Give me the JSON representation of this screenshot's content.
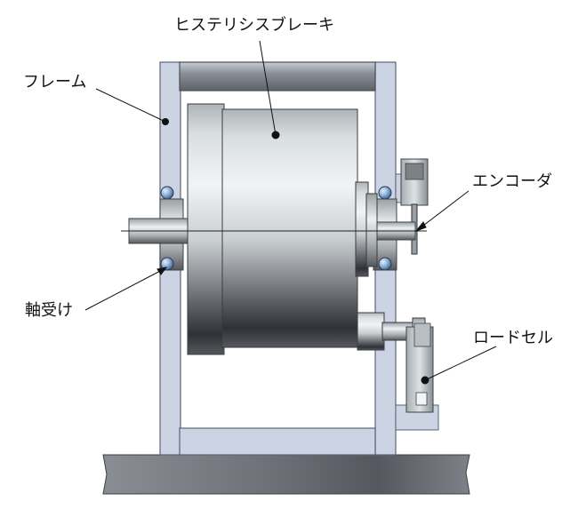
{
  "labels": {
    "brake": "ヒステリシスブレーキ",
    "frame": "フレーム",
    "encoder": "エンコーダ",
    "bearing": "軸受け",
    "load_cell": "ロードセル"
  },
  "colors": {
    "frame_face": "#ccd4e3",
    "frame_edge": "#5a6478",
    "base": "#7a7d84",
    "drum_light": "#e9eef1",
    "drum_dark": "#2e3035",
    "ball": "#7fa5cf",
    "leader": "#111111"
  }
}
